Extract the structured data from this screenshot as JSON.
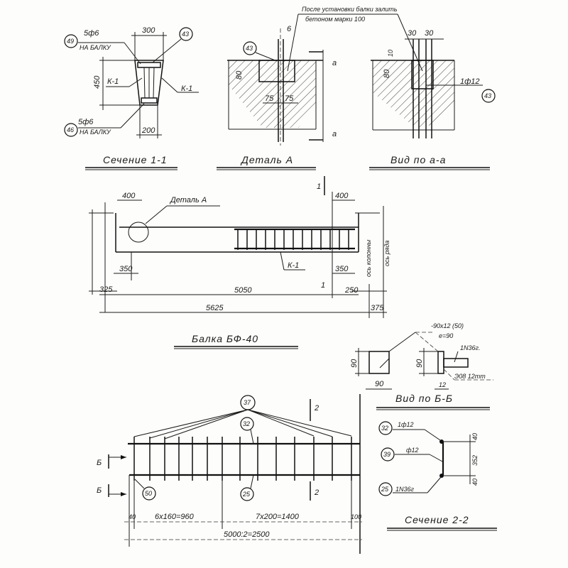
{
  "section_1_1": {
    "title": "Сечение 1-1",
    "width_top": "300",
    "width_bottom": "200",
    "height": "450",
    "top_rebar": "5ф6",
    "top_rebar_note": "НА БАЛКУ",
    "top_rebar_mark": "49",
    "bottom_rebar": "5ф6",
    "bottom_rebar_note": "НА БАЛКУ",
    "bottom_rebar_mark": "46",
    "embedded_mark": "43",
    "frame_left": "К-1",
    "frame_right": "К-1"
  },
  "detail_a": {
    "title": "Деталь А",
    "note_line1": "После установки балки залить",
    "note_line2": "бетоном марки 100",
    "mark": "43",
    "dim_gap": "6",
    "dim_depth": "80",
    "dim_left": "75",
    "dim_right": "75",
    "section_label": "а"
  },
  "view_a_a": {
    "title": "Вид по а-а",
    "dim_1": "30",
    "dim_2": "30",
    "dim_top": "10",
    "dim_depth": "80",
    "rebar": "1ф12",
    "mark": "43"
  },
  "beam": {
    "title": "Балка БФ-40",
    "detail_label": "Деталь А",
    "dim_400_left": "400",
    "dim_400_right": "400",
    "dim_350_left": "350",
    "dim_350_right": "350",
    "dim_325": "325",
    "dim_5050": "5050",
    "dim_250": "250",
    "dim_5625": "5625",
    "dim_375": "375",
    "frame": "К-1",
    "axis_column": "ось колонны",
    "axis_row": "ось ряда",
    "section_mark": "1"
  },
  "view_b_b": {
    "title": "Вид по Б-Б",
    "dim_h1": "90",
    "dim_w": "90",
    "dim_h2": "90",
    "plate": "-90x12 (50)",
    "plate_e": "e=90",
    "bar": "1N36г.",
    "weld": "Э08 12mm",
    "dim_t": "12"
  },
  "frame_k1": {
    "mark_top": "37",
    "mark_upper": "32",
    "mark_lower": "25",
    "mark_end": "50",
    "section_b": "Б",
    "section_2": "2",
    "dim_40": "40",
    "dim_6x160": "6x160=960",
    "dim_7x200": "7x200=1400",
    "dim_100": "100",
    "dim_total": "5000:2=2500"
  },
  "section_2_2": {
    "title": "Сечение 2-2",
    "mark_32": "32",
    "rebar_32": "1ф12",
    "mark_39": "39",
    "rebar_39": "ф12",
    "mark_25": "25",
    "rebar_25": "1N36г",
    "dim_top": "40",
    "dim_mid": "352",
    "dim_bot": "40"
  }
}
